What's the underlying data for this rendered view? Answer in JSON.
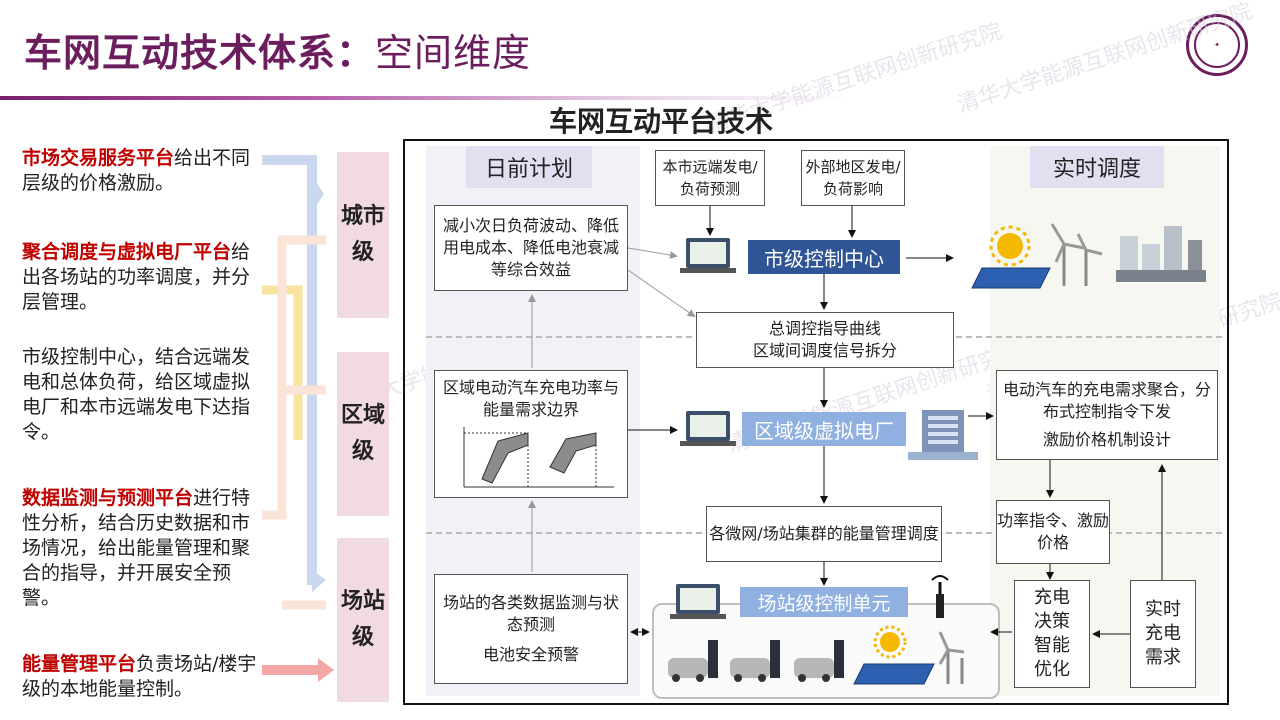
{
  "header": {
    "title_main": "车网互动技术体系：",
    "title_sub": "空间维度",
    "watermark": "清华大学能源互联网创新研究院"
  },
  "left_panel": {
    "p1_highlight": "市场交易服务平台",
    "p1_rest": "给出不同层级的价格激励。",
    "p2_highlight": "聚合调度与虚拟电厂平台",
    "p2_rest": "给出各场站的功率调度，并分层管理。",
    "p3": "市级控制中心，结合远端发电和总体负荷，给区域虚拟电厂和本市远端发电下达指令。",
    "p4_highlight": "数据监测与预测平台",
    "p4_rest": "进行特性分析，结合历史数据和市场情况，给出能量管理和聚合的指导，并开展安全预警。",
    "p5_highlight": "能量管理平台",
    "p5_rest": "负责场站/楼宇级的本地能量控制。"
  },
  "levels": [
    "城市级",
    "区域级",
    "场站级"
  ],
  "platform": {
    "title": "车网互动平台技术",
    "header_left": "日前计划",
    "header_right": "实时调度",
    "top_box_1": "本市远端发电/负荷预测",
    "top_box_2": "外部地区发电/负荷影响",
    "city_goal": "减小次日负荷波动、降低用电成本、降低电池衰减等综合效益",
    "city_control": "市级控制中心",
    "dispatch_curve": "总调控指导曲线",
    "dispatch_split": "区域间调度信号拆分",
    "region_boundary": "区域电动汽车充电功率与能量需求边界",
    "region_vpp": "区域级虚拟电厂",
    "region_right_1": "电动汽车的充电需求聚合，分布式控制指令下发",
    "region_right_2": "激励价格机制设计",
    "microgrid": "各微网/场站集群的能量管理调度",
    "power_cmd": "功率指令、激励价格",
    "station_monitor": "场站的各类数据监测与状态预测",
    "battery_warn": "电池安全预警",
    "station_unit": "场站级控制单元",
    "charge_decision": "充电决策智能优化",
    "realtime_demand": "实时充电需求"
  },
  "colors": {
    "title": "#6b1d5e",
    "highlight": "#c00000",
    "control_dark": "#2f5597",
    "control_light": "#8fb0e0",
    "level_bg": "#f2dbe0",
    "header_bg": "#e4dff0"
  }
}
